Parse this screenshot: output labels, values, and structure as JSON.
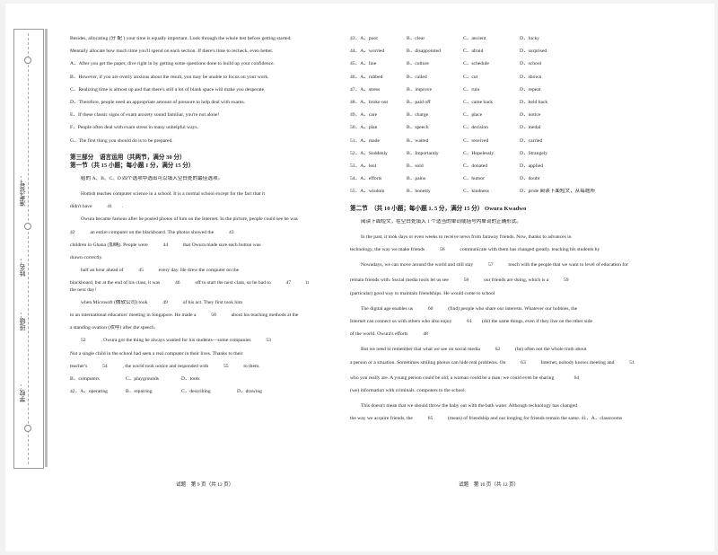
{
  "binding": {
    "labels": [
      "准考证号：",
      "姓名：",
      "班级：",
      "学校：",
      "装",
      "订",
      "线"
    ]
  },
  "left": {
    "paragraphs_1": [
      "Besides, allocating (分 配 ) your time is equally important. Look through the whole test before getting started.",
      "Mentally allocate how much time you'll spend on each section. If there's time to recheck, even better.",
      "A．After you get the paper, dive right in by getting some questions done to build up your confidence.",
      "B．However, if you are overly anxious about the result, you may be unable to focus on your work.",
      "C．Realizing time is almost up and that there's still a lot of blank space will make you desperate.",
      "D．Therefore, people need an appropriate amount of pressure to help deal with exams.",
      "E．If these classic signs of exam anxiety sound familiar, you're not alone!",
      "F．People often deal with exam stress in many unhelpful ways.",
      "G．The first thing you should do is to be prepared."
    ],
    "part3_title": "第三部分　语言运用（共两节，满分 30 分）",
    "section1_title": "第一节（共 15 小题；每小题 1 分，满分 15 分）",
    "section1_instruction": "给的 A、B、C、D 四个选项中选出可以填入空白处的最佳选项。",
    "passage": [
      "Hottish teaches computer science in a school. It is a normal school except for the fact that it",
      "didn't have　　　41　　.",
      "Owura became famous after he posted photos of him on the Internet. In the picture, people could see he was",
      "42　　　an entire computer on the blackboard. The photos showed the　　　43",
      "children in Ghana (加纳). People were　　　44　　　that Owura made sure each button was",
      "drawn correctly.",
      "half an hour ahead of　　　45　　　every day. He drew the computer on the",
      "blackboard, but at the end of his class, it was　　　46　　　off to start the next class, so he had to　　　47　　　it",
      "the next day!",
      "when Microsoft (微软公司) took　　　49　　　of his act. They first took him",
      "to an international educators' meeting in Singapore. He made a　　　50　　　about his teaching methods at the",
      "a standing ovation (欢呼) after the speech.",
      "52　　　, Owura got the thing he always wanted for his students—some companies　　　53",
      "Not a single child in the school had seen a real computer in their lives. Thanks to their",
      "teacher's　　　54　　　, the world took notice and responded with　　　55　　　to them."
    ],
    "option_rows": [
      [
        "B．computers",
        "C．playgrounds",
        "D．tools"
      ],
      [
        "42．A．operating",
        "B．repairing",
        "C．describing",
        "D．drawing"
      ]
    ],
    "footer": "试题　第 9 页（共 12 页）"
  },
  "right": {
    "option_rows": [
      [
        "43．A．poor",
        "B．clear",
        "C．ancient",
        "D．lucky"
      ],
      [
        "44．A．worried",
        "B．disappointed",
        "C．afraid",
        "D．surprised"
      ],
      [
        "45．A．line",
        "B．culture",
        "C．schedule",
        "D．school"
      ],
      [
        "46．A．rubbed",
        "B．called",
        "C．cut",
        "D．shown"
      ],
      [
        "47．A．stress",
        "B．improve",
        "C．ruin",
        "D．repeat"
      ],
      [
        "48．A．broke out",
        "B．paid off",
        "C．came back",
        "D．held back"
      ],
      [
        "49．A．care",
        "B．charge",
        "C．place",
        "D．notice"
      ],
      [
        "50．A．plan",
        "B．speech",
        "C．decision",
        "D．medal"
      ],
      [
        "51．A．made",
        "B．waited",
        "C．received",
        "D．carried"
      ],
      [
        "52．A．Suddenly",
        "B．Importantly",
        "C．Hopelessly",
        "D．Strangely"
      ],
      [
        "53．A．lent",
        "B．sold",
        "C．donated",
        "D．applied"
      ],
      [
        "54．A．efforts",
        "B．pains",
        "C．humor",
        "D．doubt"
      ],
      [
        "55．A．wisdom",
        "B．honesty",
        "C．kindness",
        "D．pride 阅读下面短文，从每题所"
      ]
    ],
    "section2_title": "第二节　（共 10 小题；每小题 1. 5 分，满分 15 分）",
    "section2_author": "Owura Kwadwo",
    "section2_instruction": "阅读下面短文，在空白处填入 1 个适当的单词或括号内单词的正确形式。",
    "passage": [
      "In the past, it took days or even weeks to receive news from faraway friends. Now, thanks to advances in",
      "technology, the way we make friends　　　56　　　communicate with them has changed greatly. teaching his students by",
      "Nowadays, we can move around the world and still stay　　　57　　　touch with the people that we want to level of education for",
      "remain friends with. Social media tools let us see　　　58　　　our friends are doing, which is a　　　59",
      "(particular) good way to maintain friendships. He would come to school",
      "The digital age enables us　　　60　　　(find) people who share our interests. Whatever our hobbies, the",
      "Internet can connect us with others who also enjoy　　　61　　(do) the same things, even if they live on the other side",
      "of the world. Owura's efforts　　　48",
      "But we need to remember that what we see on social media　　　62　　　(be) often not the whole truth about",
      "a person or a situation. Sometimes smiling photos can hide real problems. On　　　63　　　Internet, nobody knows meeting and　　　51",
      "who you really are. A young person could be old; a woman could be a man; we could even be sharing　　　　64",
      "(we) information with criminals. computers to the school.",
      "This doesn't mean that we should throw the baby out with the bath water. Although technology has changed",
      "the way we acquire friends, the　　　65　　　(mean) of friendship and our longing for friends remain the same. 41．A．classrooms"
    ],
    "footer": "试题　第 10 页（共 12 页）"
  }
}
